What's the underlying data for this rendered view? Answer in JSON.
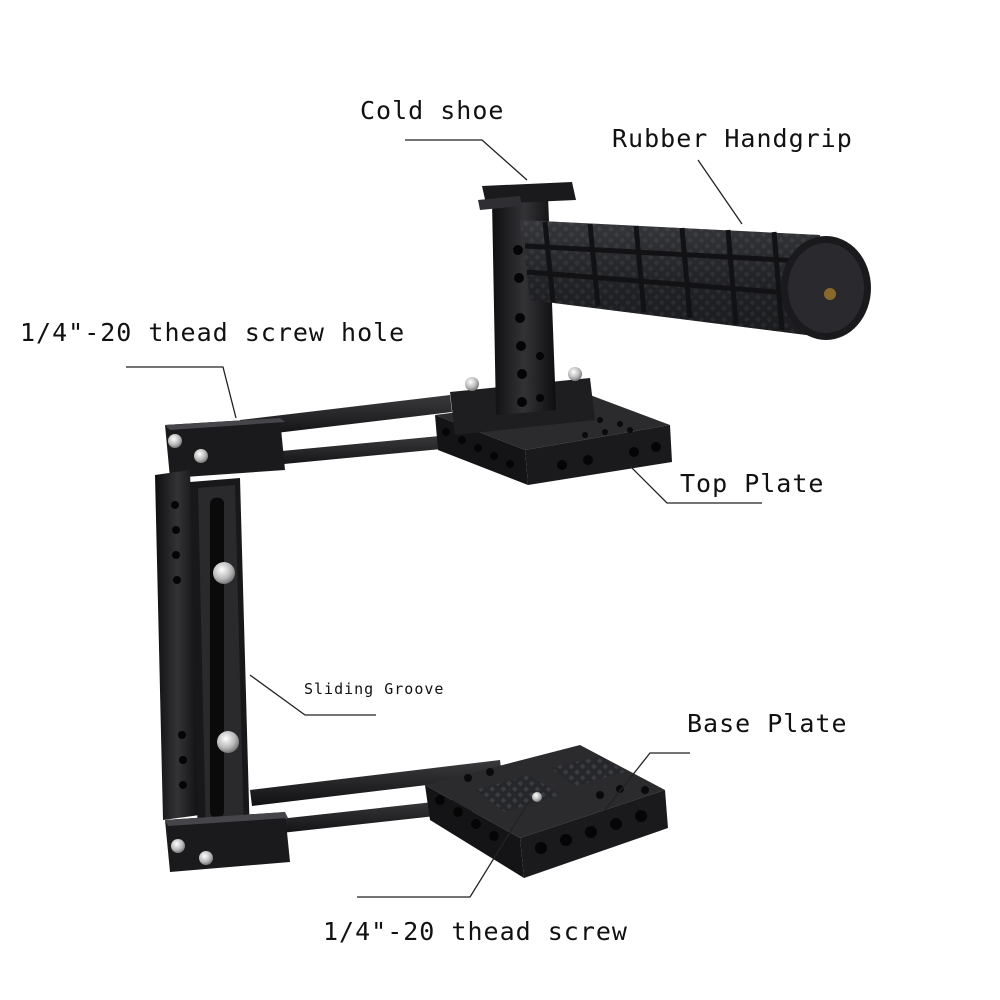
{
  "labels": {
    "cold_shoe": "Cold shoe",
    "rubber_handgrip": "Rubber Handgrip",
    "screw_hole": "1/4\"-20 thead screw hole",
    "top_plate": "Top Plate",
    "sliding_groove": "Sliding Groove",
    "base_plate": "Base Plate",
    "screw": "1/4\"-20 thead screw"
  },
  "colors": {
    "metal": "#1c1c1e",
    "metal_highlight": "#3a3a3d",
    "screw_silver": "#c9c9c9",
    "leader_line": "#222222"
  }
}
